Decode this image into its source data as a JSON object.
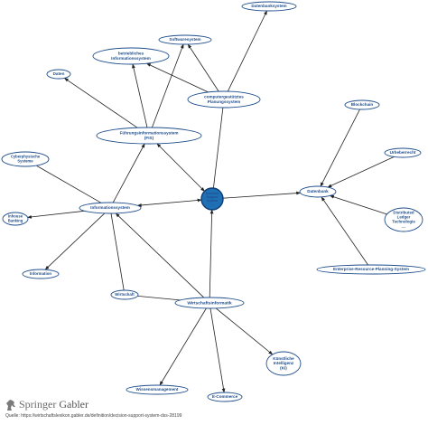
{
  "nodes": [
    {
      "id": "datenbanksystem",
      "label": [
        "Datenbanksystem"
      ]
    },
    {
      "id": "softwaresystem",
      "label": [
        "Softwaresystem"
      ]
    },
    {
      "id": "betriebliches",
      "label": [
        "betriebliches",
        "Informationssystem"
      ]
    },
    {
      "id": "daten",
      "label": [
        "Daten"
      ]
    },
    {
      "id": "cups",
      "label": [
        "computergestütztes",
        "Planungssystem"
      ]
    },
    {
      "id": "fis",
      "label": [
        "Führungsinformationssystem",
        "(FIS)"
      ]
    },
    {
      "id": "blockchain",
      "label": [
        "Blockchain"
      ]
    },
    {
      "id": "cyber",
      "label": [
        "Cyberphysische",
        "Systeme"
      ]
    },
    {
      "id": "urheberrecht",
      "label": [
        "Urheberrecht"
      ]
    },
    {
      "id": "dss",
      "label": [
        "Decision",
        "Support",
        "System",
        "..."
      ]
    },
    {
      "id": "datenbank",
      "label": [
        "Datenbank"
      ]
    },
    {
      "id": "informationssystem",
      "label": [
        "Informationssystem"
      ]
    },
    {
      "id": "inhouse",
      "label": [
        "Inhouse",
        "Banking"
      ]
    },
    {
      "id": "dlt",
      "label": [
        "Distributed",
        "Ledger",
        "Technologie",
        "..."
      ]
    },
    {
      "id": "information",
      "label": [
        "Information"
      ]
    },
    {
      "id": "erp",
      "label": [
        "Enterprise-Resource-Planning-System"
      ]
    },
    {
      "id": "wirtschaft",
      "label": [
        "Wirtschaft"
      ]
    },
    {
      "id": "wirtschaftsinformatik",
      "label": [
        "Wirtschaftsinformatik"
      ]
    },
    {
      "id": "ki",
      "label": [
        "Künstliche",
        "Intelligenz",
        "(KI)"
      ]
    },
    {
      "id": "wissensmanagement",
      "label": [
        "Wissensmanagement"
      ]
    },
    {
      "id": "ecommerce",
      "label": [
        "E-Commerce"
      ]
    }
  ],
  "edges": [
    {
      "from": "cups",
      "to": "datenbanksystem",
      "dir": "end"
    },
    {
      "from": "cups",
      "to": "softwaresystem",
      "dir": "end"
    },
    {
      "from": "cups",
      "to": "betriebliches",
      "dir": "end"
    },
    {
      "from": "fis",
      "to": "daten",
      "dir": "end"
    },
    {
      "from": "fis",
      "to": "betriebliches",
      "dir": "end"
    },
    {
      "from": "fis",
      "to": "softwaresystem",
      "dir": "end"
    },
    {
      "from": "fis",
      "to": "dss",
      "dir": "both"
    },
    {
      "from": "dss",
      "to": "cups",
      "dir": "none"
    },
    {
      "from": "dss",
      "to": "datenbank",
      "dir": "end"
    },
    {
      "from": "dss",
      "to": "informationssystem",
      "dir": "both"
    },
    {
      "from": "informationssystem",
      "to": "fis",
      "dir": "end"
    },
    {
      "from": "informationssystem",
      "to": "inhouse",
      "dir": "end"
    },
    {
      "from": "cyber",
      "to": "informationssystem",
      "dir": "none"
    },
    {
      "from": "informationssystem",
      "to": "information",
      "dir": "end"
    },
    {
      "from": "informationssystem",
      "to": "wirtschaft",
      "dir": "none"
    },
    {
      "from": "wirtschaftsinformatik",
      "to": "informationssystem",
      "dir": "end"
    },
    {
      "from": "wirtschaftsinformatik",
      "to": "wirtschaft",
      "dir": "none"
    },
    {
      "from": "wirtschaftsinformatik",
      "to": "dss",
      "dir": "end"
    },
    {
      "from": "wirtschaftsinformatik",
      "to": "ki",
      "dir": "end"
    },
    {
      "from": "wirtschaftsinformatik",
      "to": "wissensmanagement",
      "dir": "end"
    },
    {
      "from": "wirtschaftsinformatik",
      "to": "ecommerce",
      "dir": "end"
    },
    {
      "from": "blockchain",
      "to": "datenbank",
      "dir": "end"
    },
    {
      "from": "urheberrecht",
      "to": "datenbank",
      "dir": "end"
    },
    {
      "from": "dlt",
      "to": "datenbank",
      "dir": "end"
    },
    {
      "from": "erp",
      "to": "datenbank",
      "dir": "end"
    }
  ],
  "colors": {
    "edge": "#222222",
    "node_stroke": "#1f4e8c",
    "node_fill": "#ffffff",
    "node_text": "#1f4e8c",
    "center_fill": "#1f6fb5",
    "center_stroke": "#0f3d73",
    "center_text": "#ffffff"
  },
  "footer": {
    "brand_left": "Springer",
    "brand_right": "Gabler",
    "source": "Quelle: https://wirtschaftslexikon.gabler.de/definition/decision-support-system-dss-28199"
  }
}
